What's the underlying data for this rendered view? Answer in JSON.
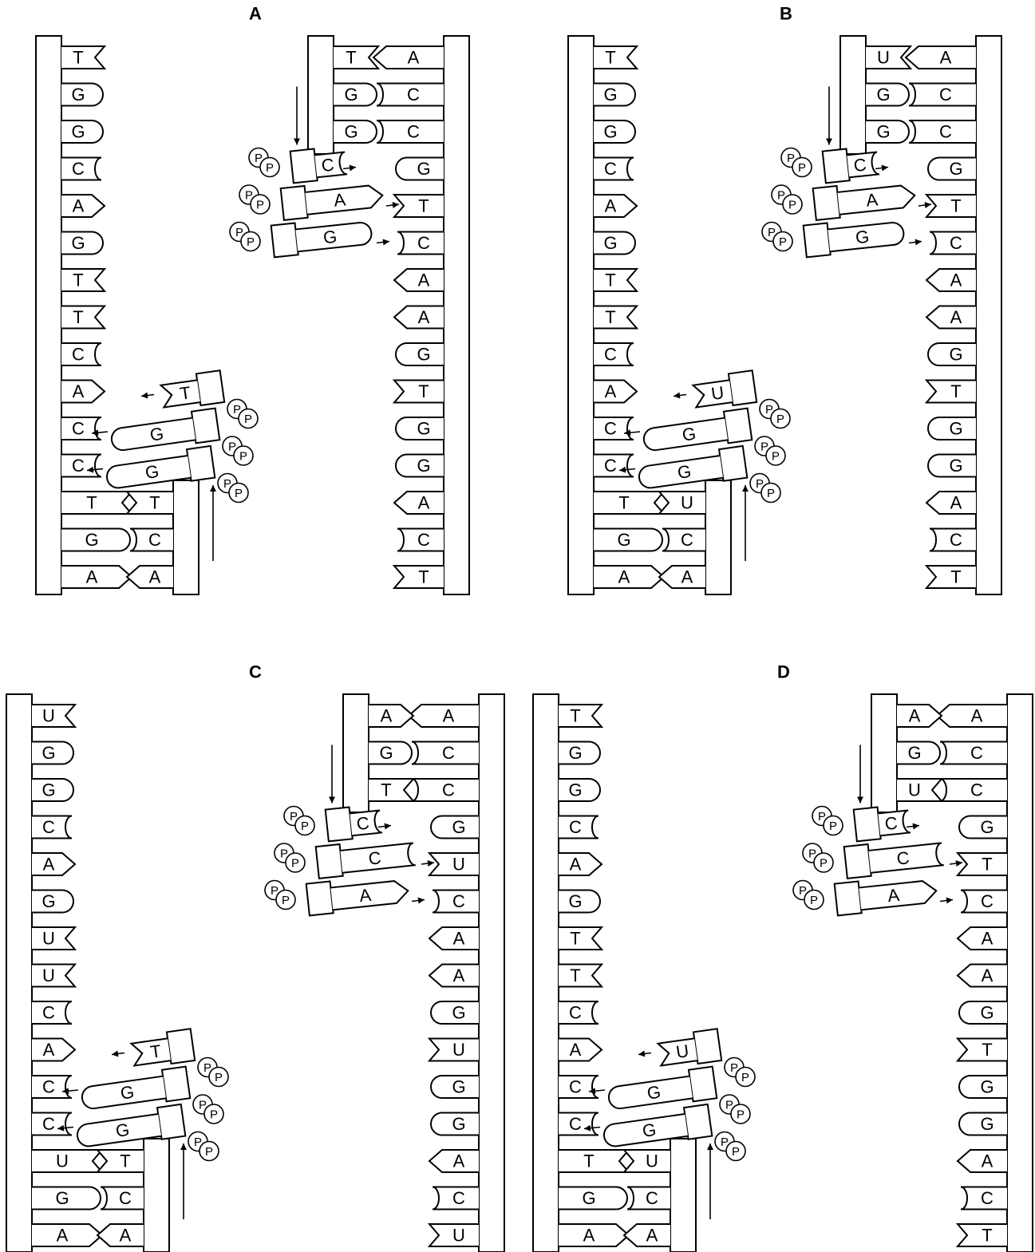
{
  "panels": [
    {
      "label": "A",
      "template_left": [
        "T",
        "G",
        "G",
        "C",
        "A",
        "G",
        "T",
        "T",
        "C",
        "A",
        "C",
        "C",
        "T",
        "G",
        "A"
      ],
      "template_right": [
        "A",
        "C",
        "C",
        "G",
        "T",
        "C",
        "A",
        "A",
        "G",
        "T",
        "G",
        "G",
        "A",
        "C",
        "T"
      ],
      "lower_primer_paired": [
        "A",
        "C",
        "T"
      ],
      "lower_incoming": [
        "G",
        "G",
        "T"
      ],
      "upper_primer_paired": [
        "T",
        "G",
        "G"
      ],
      "upper_incoming": [
        "C",
        "A",
        "G"
      ],
      "phosphate": "P"
    },
    {
      "label": "B",
      "template_left": [
        "T",
        "G",
        "G",
        "C",
        "A",
        "G",
        "T",
        "T",
        "C",
        "A",
        "C",
        "C",
        "T",
        "G",
        "A"
      ],
      "template_right": [
        "A",
        "C",
        "C",
        "G",
        "T",
        "C",
        "A",
        "A",
        "G",
        "T",
        "G",
        "G",
        "A",
        "C",
        "T"
      ],
      "lower_primer_paired": [
        "A",
        "C",
        "U"
      ],
      "lower_incoming": [
        "G",
        "G",
        "U"
      ],
      "upper_primer_paired": [
        "U",
        "G",
        "G"
      ],
      "upper_incoming": [
        "C",
        "A",
        "G"
      ],
      "phosphate": "P"
    },
    {
      "label": "C",
      "template_left": [
        "U",
        "G",
        "G",
        "C",
        "A",
        "G",
        "U",
        "U",
        "C",
        "A",
        "C",
        "C",
        "U",
        "G",
        "A"
      ],
      "template_right": [
        "A",
        "C",
        "C",
        "G",
        "U",
        "C",
        "A",
        "A",
        "G",
        "U",
        "G",
        "G",
        "A",
        "C",
        "U"
      ],
      "lower_primer_paired": [
        "A",
        "C",
        "T"
      ],
      "lower_incoming": [
        "G",
        "G",
        "T"
      ],
      "upper_primer_paired": [
        "A",
        "G",
        "T"
      ],
      "upper_incoming": [
        "C",
        "C",
        "A"
      ],
      "phosphate": "P"
    },
    {
      "label": "D",
      "template_left": [
        "T",
        "G",
        "G",
        "C",
        "A",
        "G",
        "T",
        "T",
        "C",
        "A",
        "C",
        "C",
        "T",
        "G",
        "A"
      ],
      "template_right": [
        "A",
        "C",
        "C",
        "G",
        "T",
        "C",
        "A",
        "A",
        "G",
        "T",
        "G",
        "G",
        "A",
        "C",
        "T"
      ],
      "lower_primer_paired": [
        "A",
        "C",
        "U"
      ],
      "lower_incoming": [
        "G",
        "G",
        "U"
      ],
      "upper_primer_paired": [
        "A",
        "G",
        "U"
      ],
      "upper_incoming": [
        "C",
        "C",
        "A"
      ],
      "phosphate": "P"
    }
  ]
}
